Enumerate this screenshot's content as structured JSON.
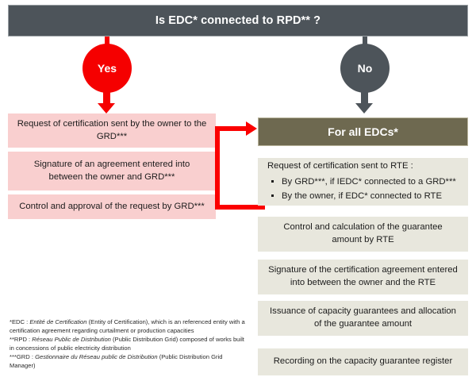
{
  "header": {
    "question": "Is EDC* connected to RPD** ?"
  },
  "branches": {
    "yes_label": "Yes",
    "no_label": "No"
  },
  "left_column": {
    "steps": [
      "Request of certification sent by the owner to the GRD***",
      "Signature of an agreement entered into between the owner and GRD***",
      "Control and approval  of the request by GRD***"
    ]
  },
  "right_column": {
    "title": "For all EDCs*",
    "steps": [
      {
        "intro": "Request of certification sent to RTE :",
        "bullets": [
          "By GRD***, if IEDC* connected to a GRD***",
          "By the owner,  if EDC* connected to RTE"
        ]
      },
      {
        "text": "Control and calculation of the guarantee amount by RTE"
      },
      {
        "text": "Signature of the certification agreement entered into between the owner and the RTE"
      },
      {
        "text": "Issuance of capacity guarantees and allocation of the guarantee amount"
      },
      {
        "text": "Recording on the capacity guarantee register"
      }
    ]
  },
  "footnotes": {
    "edc_marker": "*EDC : ",
    "edc_italic": "Entité de Certification",
    "edc_rest": " (Entity of Certification), which is an referenced entity with a certification agreement regarding  curtailment or production capacities",
    "rpd_marker": "**RPD : ",
    "rpd_italic": "Réseau Public de Distribution",
    "rpd_rest": " (Public Distribution Grid) composed of works built in concessions of public electricity distribution",
    "grd_marker": "***GRD : ",
    "grd_italic": "Gestionnaire du Réseau public de Distribution",
    "grd_rest": " (Public Distribution Grid Manager)"
  },
  "colors": {
    "header_bar": "#4d545a",
    "yes_red": "#f50000",
    "no_gray": "#4d545a",
    "pink_box": "#f9cfcf",
    "olive_box": "#6e6950",
    "beige_box": "#e8e7dd",
    "connector_red": "#fb0000"
  }
}
